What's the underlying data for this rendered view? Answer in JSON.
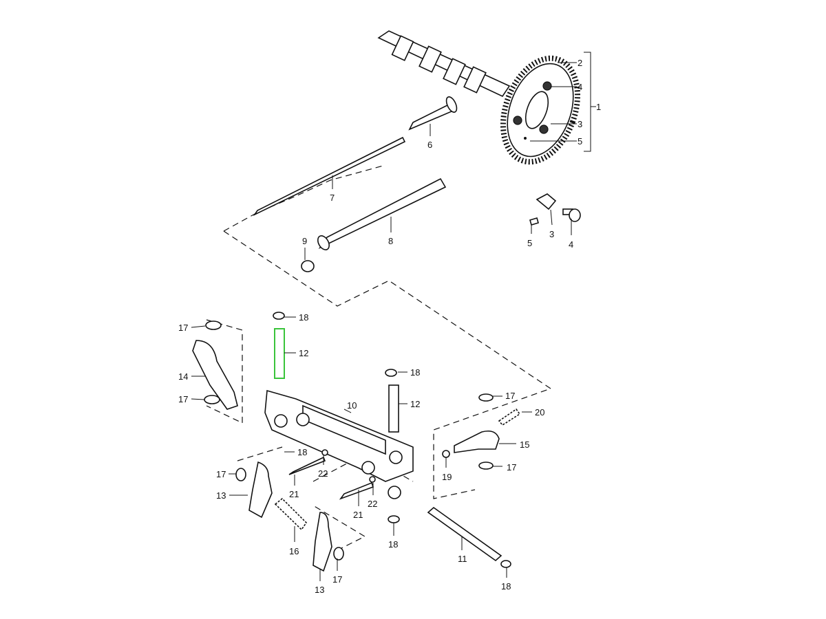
{
  "diagram": {
    "type": "exploded parts diagram",
    "highlight_color": "#39c43a",
    "callouts": [
      "1",
      "2",
      "4",
      "3",
      "5",
      "6",
      "7",
      "8",
      "9",
      "5",
      "3",
      "4",
      "18",
      "12",
      "17",
      "14",
      "17",
      "10",
      "18",
      "12",
      "17",
      "20",
      "15",
      "19",
      "17",
      "18",
      "22",
      "21",
      "17",
      "13",
      "16",
      "13",
      "17",
      "21",
      "22",
      "18",
      "11",
      "18"
    ]
  }
}
